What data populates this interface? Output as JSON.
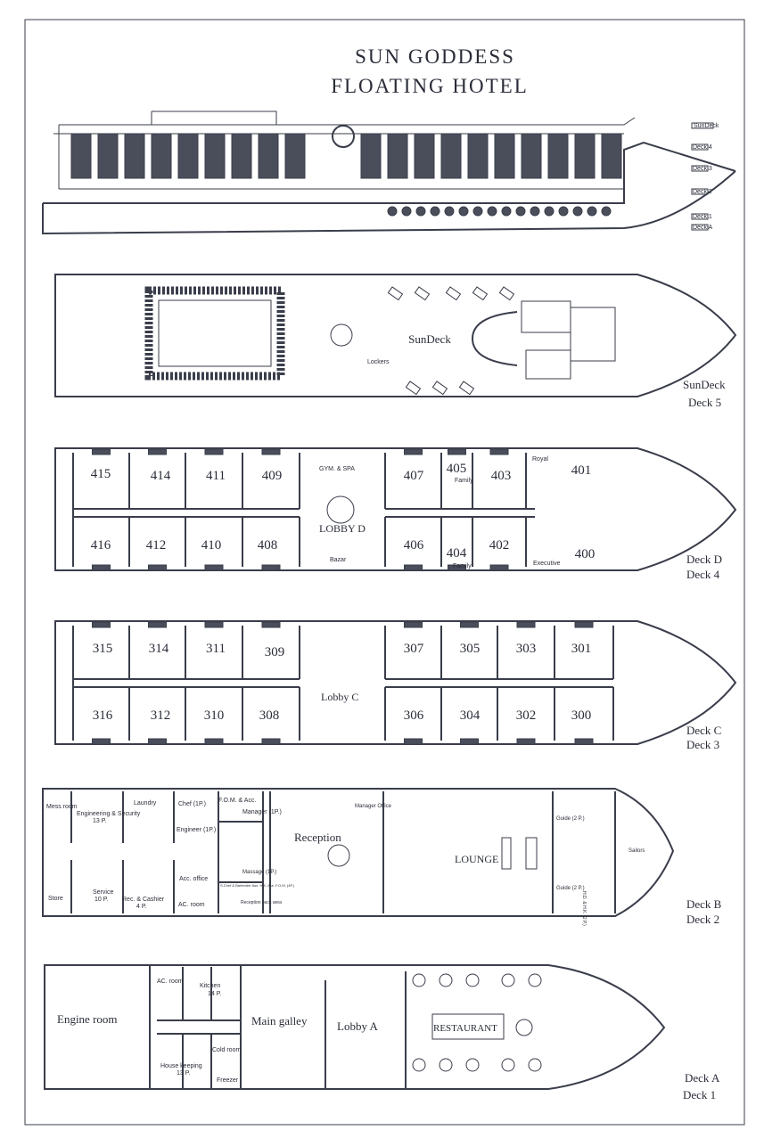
{
  "title": {
    "line1": "SUN GODDESS",
    "line2": "FLOATING HOTEL"
  },
  "profile": {
    "legend": [
      "SunDeck",
      "Deck 4",
      "Deck 3",
      "Deck 2",
      "Deck 1",
      "Deck A"
    ]
  },
  "sundeck": {
    "name": "SunDeck",
    "deck_label": "SunDeck",
    "deck_number": "Deck 5",
    "small": [
      "Lockers"
    ]
  },
  "deck_d": {
    "deck_label": "Deck D",
    "deck_number": "Deck 4",
    "lobby": "LOBBY D",
    "top_cabins": [
      "415",
      "414",
      "411",
      "409",
      "407",
      "405",
      "403",
      "401"
    ],
    "bottom_cabins": [
      "416",
      "412",
      "410",
      "408",
      "406",
      "404",
      "402",
      "400"
    ],
    "notes": {
      "gym": "GYM. & SPA",
      "bazar": "Bazar",
      "family_top": "Family",
      "family_bottom": "Family",
      "royal": "Royal",
      "executive": "Executive"
    }
  },
  "deck_c": {
    "deck_label": "Deck C",
    "deck_number": "Deck 3",
    "lobby": "Lobby C",
    "top_cabins": [
      "315",
      "314",
      "311",
      "309",
      "307",
      "305",
      "303",
      "301"
    ],
    "bottom_cabins": [
      "316",
      "312",
      "310",
      "308",
      "306",
      "304",
      "302",
      "300"
    ]
  },
  "deck_b": {
    "deck_label": "Deck B",
    "deck_number": "Deck 2",
    "rooms": {
      "mess": "Mess room",
      "engineering": "Engineering & Security",
      "engineering_p": "13 P.",
      "laundry": "Laundry",
      "chef": "Chef (1P.)",
      "fom": "F.O.M. & Acc.",
      "manager": "Manager (1P.)",
      "engineer": "Engineer (1P.)",
      "store": "Store",
      "service": "Service",
      "service_p": "10 P.",
      "rec_cashier": "Rec. & Cashier",
      "rec_cashier_p": "4 P.",
      "acc_office": "Acc. office",
      "ac_room": "AC. room",
      "schef": "S.Chef & Bartender Ass. H.K. Ass. F.O.M. (4P.)",
      "massage": "Massage (1P.)",
      "reception_back": "Reception back area",
      "reception": "Reception",
      "manager_office": "Manager Office",
      "lounge": "LOUNGE",
      "guide1": "Guide (2 P.)",
      "guide2": "Guide (2 P.)",
      "hd_hk": "H.D. & H.K. (2 P.)",
      "sailors": "Sailors"
    }
  },
  "deck_a": {
    "deck_label": "Deck A",
    "deck_number": "Deck 1",
    "rooms": {
      "engine": "Engine room",
      "ac_room": "AC. room",
      "kitchen": "Kitchen",
      "kitchen_p": "14 P.",
      "cold": "Cold room",
      "housekeeping": "House keeping",
      "housekeeping_p": "13 P.",
      "freezer": "Freezer",
      "galley": "Main galley",
      "lobby": "Lobby A",
      "restaurant": "RESTAURANT"
    }
  }
}
